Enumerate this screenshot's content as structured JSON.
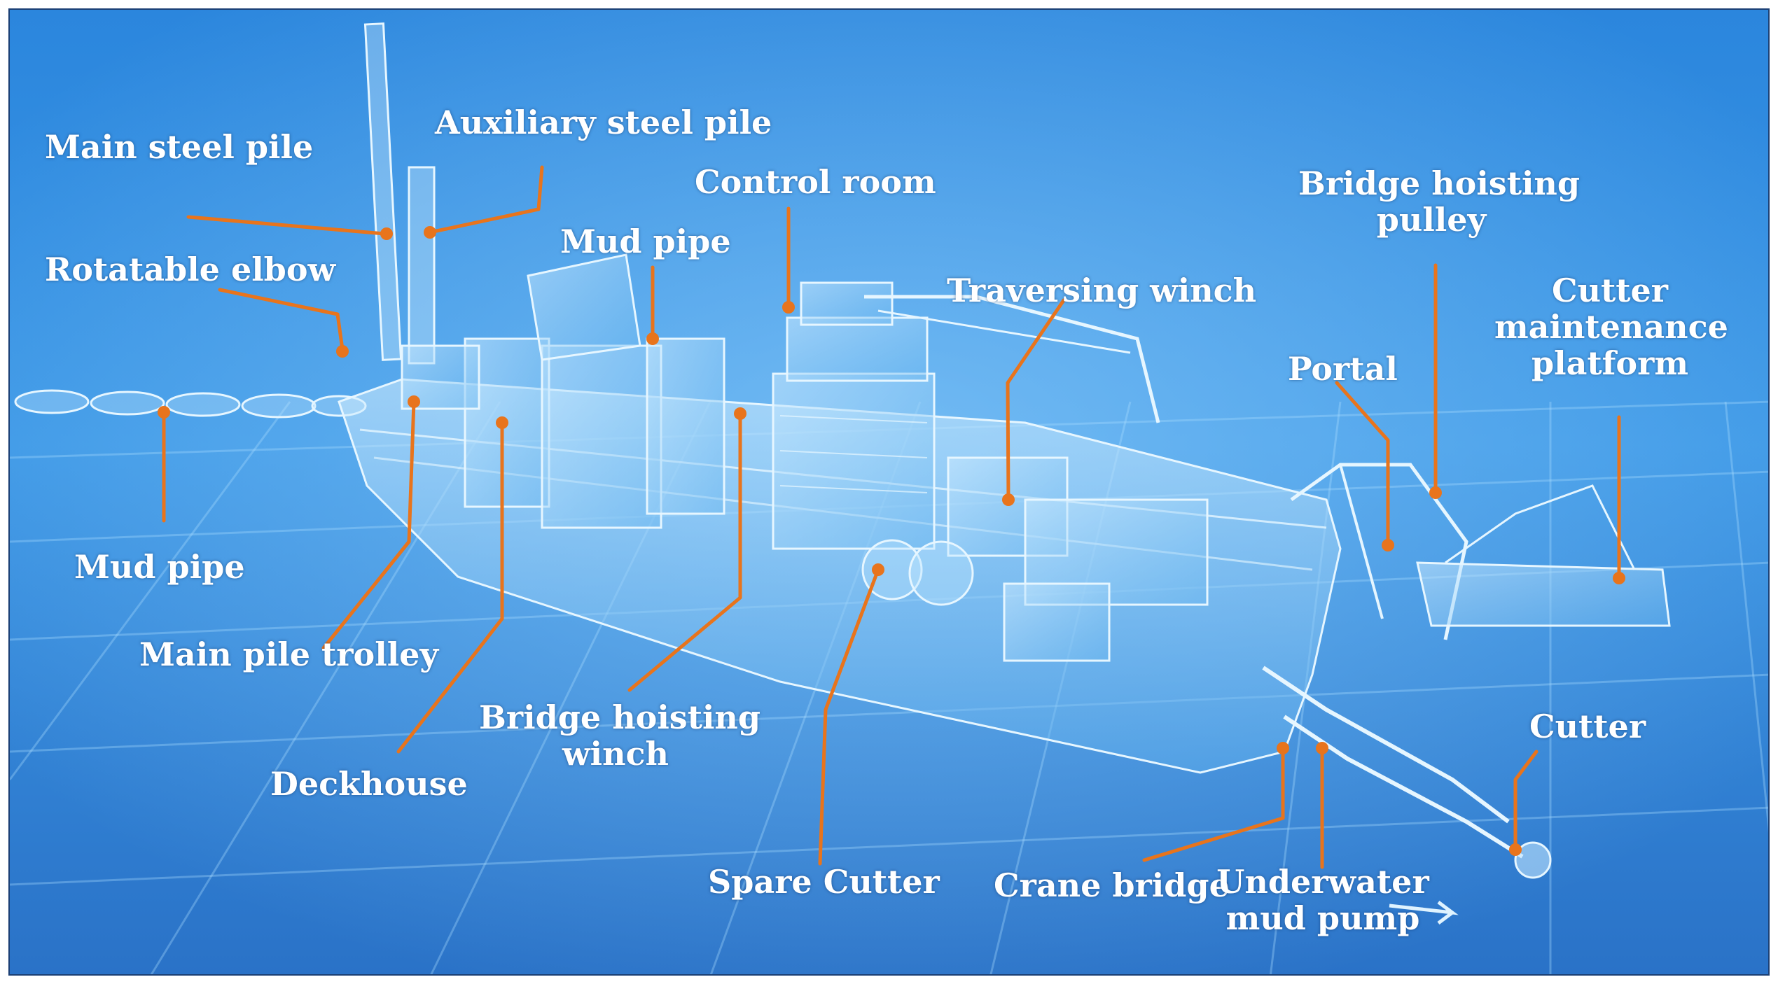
{
  "diagram": {
    "labels": [
      {
        "id": "main-steel-pile",
        "lines": [
          "Main steel pile"
        ]
      },
      {
        "id": "auxiliary-steel-pile",
        "lines": [
          "Auxiliary steel pile"
        ]
      },
      {
        "id": "rotatable-elbow",
        "lines": [
          "Rotatable elbow"
        ]
      },
      {
        "id": "mud-pipe-top",
        "lines": [
          "Mud pipe"
        ]
      },
      {
        "id": "control-room",
        "lines": [
          "Control room"
        ]
      },
      {
        "id": "bridge-hoisting-pulley",
        "lines": [
          "Bridge hoisting",
          "pulley"
        ]
      },
      {
        "id": "traversing-winch",
        "lines": [
          "Traversing winch"
        ]
      },
      {
        "id": "cutter-maintenance-platform",
        "lines": [
          "Cutter",
          "maintenance",
          "platform"
        ]
      },
      {
        "id": "portal",
        "lines": [
          "Portal"
        ]
      },
      {
        "id": "mud-pipe-left",
        "lines": [
          "Mud pipe"
        ]
      },
      {
        "id": "main-pile-trolley",
        "lines": [
          "Main pile trolley"
        ]
      },
      {
        "id": "deckhouse",
        "lines": [
          "Deckhouse"
        ]
      },
      {
        "id": "bridge-hoisting-winch",
        "lines": [
          "Bridge hoisting",
          "winch"
        ]
      },
      {
        "id": "spare-cutter",
        "lines": [
          "Spare Cutter"
        ]
      },
      {
        "id": "crane-bridge",
        "lines": [
          "Crane bridge"
        ]
      },
      {
        "id": "underwater-mud-pump",
        "lines": [
          "Underwater",
          "mud pump"
        ]
      },
      {
        "id": "cutter",
        "lines": [
          "Cutter"
        ]
      }
    ],
    "colors": {
      "background": "#2f86d8",
      "background_light": "#7cc4f6",
      "grid": "#a9dcff",
      "ship_line": "#e6f6ff",
      "leader": "#e8741c",
      "label_text": "#ffffff"
    }
  }
}
